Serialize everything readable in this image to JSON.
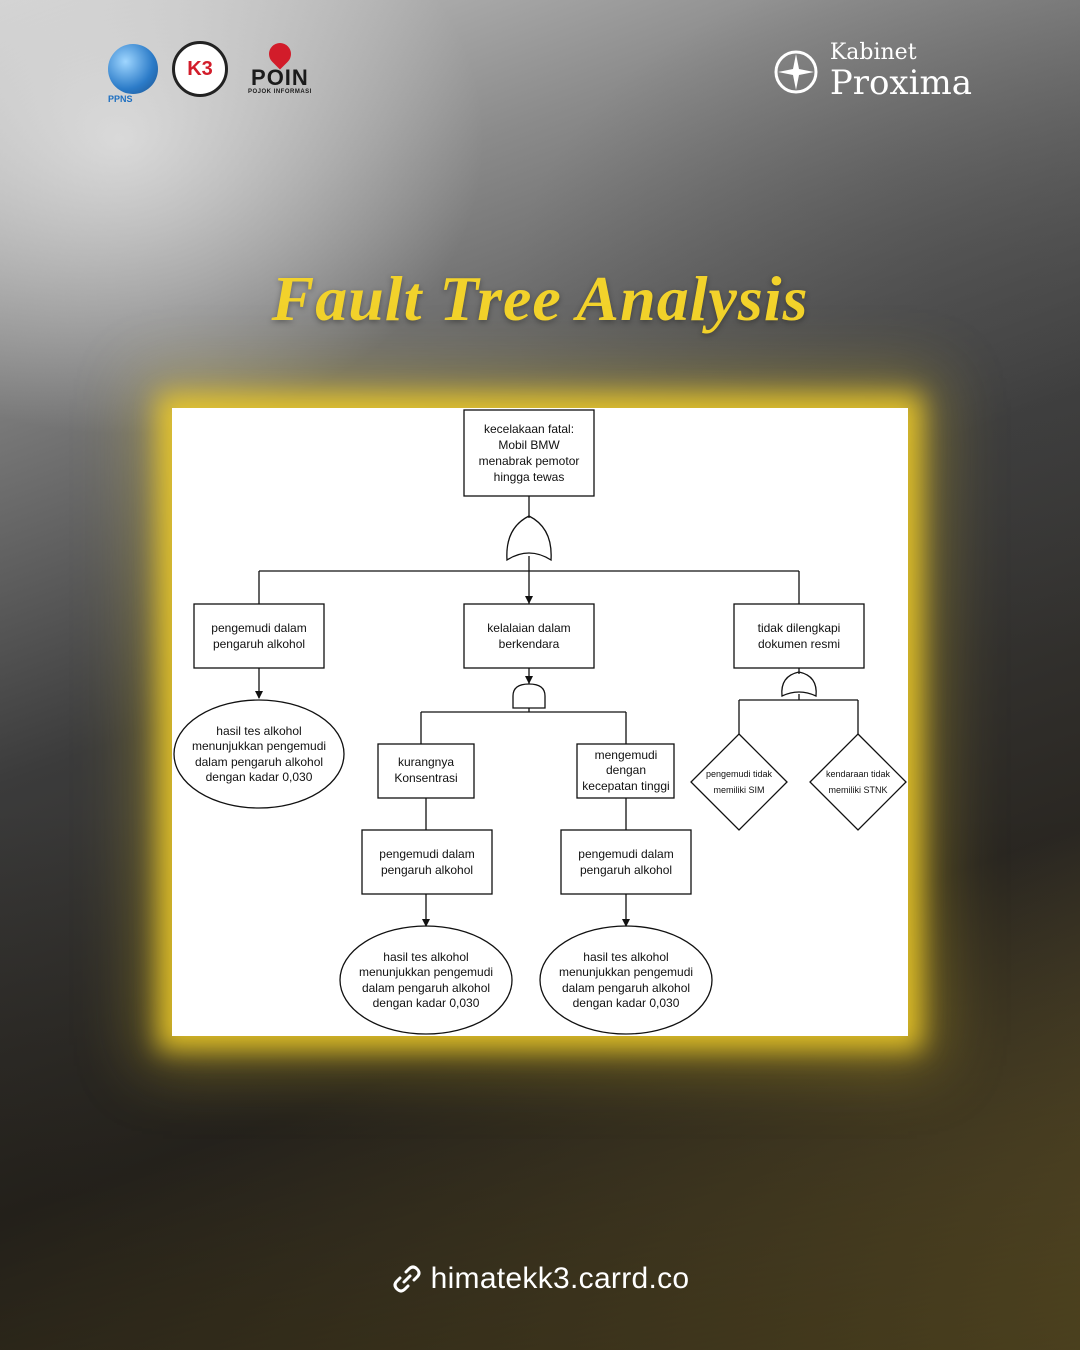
{
  "header": {
    "logos": {
      "ppns_label": "PPNS",
      "k3_label": "K3",
      "poin_title": "POIN",
      "poin_subtitle": "POJOK INFORMASI"
    },
    "kabinet_small": "Kabinet",
    "kabinet_big": "Proxima"
  },
  "title": "Fault Tree Analysis",
  "diagram": {
    "top_event": [
      "kecelakaan fatal:",
      "Mobil BMW",
      "menabrak pemotor",
      "hingga tewas"
    ],
    "level1": {
      "left": [
        "pengemudi dalam",
        "pengaruh alkohol"
      ],
      "center": [
        "kelalaian dalam",
        "berkendara"
      ],
      "right": [
        "tidak dilengkapi",
        "dokumen resmi"
      ]
    },
    "left_basic": [
      "hasil tes alkohol",
      "menunjukkan pengemudi",
      "dalam pengaruh alkohol",
      "dengan kadar 0,030"
    ],
    "center_children": {
      "a": [
        "kurangnya",
        "Konsentrasi"
      ],
      "b": [
        "mengemudi",
        "dengan",
        "kecepatan tinggi"
      ]
    },
    "center_sub": {
      "a": [
        "pengemudi dalam",
        "pengaruh alkohol"
      ],
      "b": [
        "pengemudi dalam",
        "pengaruh alkohol"
      ]
    },
    "center_basic": {
      "a": [
        "hasil tes alkohol",
        "menunjukkan pengemudi",
        "dalam pengaruh alkohol",
        "dengan kadar 0,030"
      ],
      "b": [
        "hasil tes alkohol",
        "menunjukkan pengemudi",
        "dalam pengaruh alkohol",
        "dengan kadar 0,030"
      ]
    },
    "undeveloped": {
      "a": [
        "pengemudi tidak",
        "memiliki SIM"
      ],
      "b": [
        "kendaraan tidak",
        "memiliki STNK"
      ]
    }
  },
  "footer": {
    "link_icon": "link-icon",
    "link_text": "himatekk3.carrd.co"
  }
}
